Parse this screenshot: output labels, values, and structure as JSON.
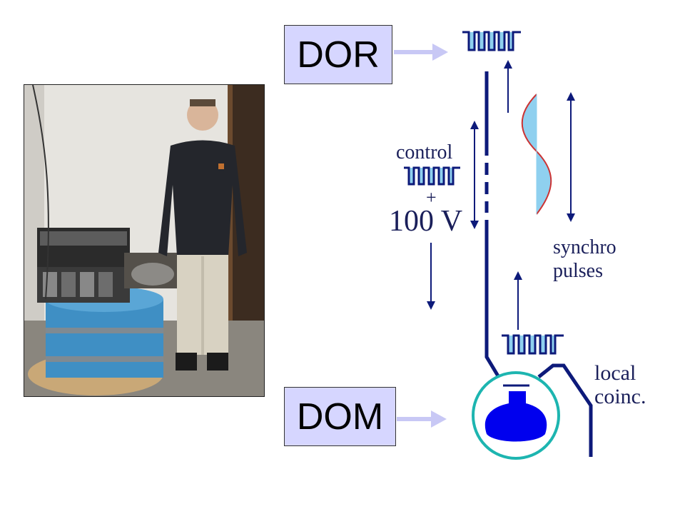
{
  "labels": {
    "dor": "DOR",
    "dom": "DOM"
  },
  "annotations": {
    "control": "control",
    "plus": "+",
    "voltage": "100 V",
    "synchro_line1": "synchro",
    "synchro_line2": "pulses",
    "local_line1": "local",
    "local_line2": "coinc."
  },
  "colors": {
    "cable": "#0d1a7a",
    "wave_fill": "#8fd0ef",
    "wave_edge": "#cc3333",
    "dom_sphere": "#1db5b0",
    "pmt": "#0000ee",
    "box_fill": "#d6d6ff",
    "arrow_link": "#c8c8f5"
  }
}
